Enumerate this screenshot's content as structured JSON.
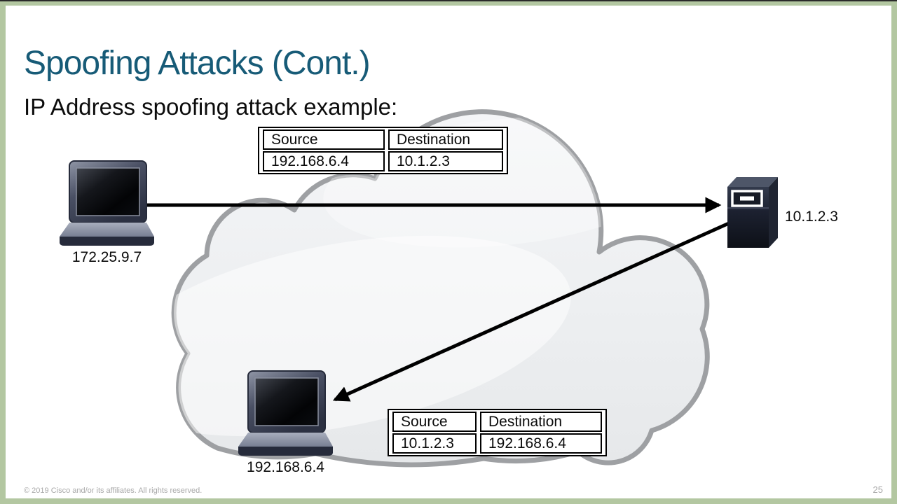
{
  "slide": {
    "title": "Spoofing Attacks (Cont.)",
    "subtitle": "IP Address spoofing attack example:",
    "footer": "© 2019  Cisco and/or its affiliates. All rights reserved.",
    "page_number": "25"
  },
  "colors": {
    "title_accent": "#175B77",
    "frame_green": "#B3C7A1",
    "cloud_stroke": "#9EA0A3",
    "cloud_fill_top": "#F4F5F7",
    "cloud_fill_bottom": "#E6E8EA",
    "arrow": "#000000"
  },
  "diagram": {
    "devices": [
      {
        "id": "attacker-laptop",
        "type": "laptop",
        "label": "172.25.9.7"
      },
      {
        "id": "target-server",
        "type": "server",
        "label": "10.1.2.3"
      },
      {
        "id": "victim-laptop",
        "type": "laptop",
        "label": "192.168.6.4"
      }
    ],
    "arrows": [
      {
        "id": "spoofed-request-arrow",
        "from": "attacker-laptop",
        "to": "target-server"
      },
      {
        "id": "reply-arrow",
        "from": "target-server",
        "to": "victim-laptop"
      }
    ],
    "cloud": {
      "name": "network-cloud"
    }
  },
  "packet_tables": {
    "spoofed_packet": {
      "headers": [
        "Source",
        "Destination"
      ],
      "rows": [
        [
          "192.168.6.4",
          "10.1.2.3"
        ]
      ]
    },
    "reply_packet": {
      "headers": [
        "Source",
        "Destination"
      ],
      "rows": [
        [
          "10.1.2.3",
          "192.168.6.4"
        ]
      ]
    }
  }
}
